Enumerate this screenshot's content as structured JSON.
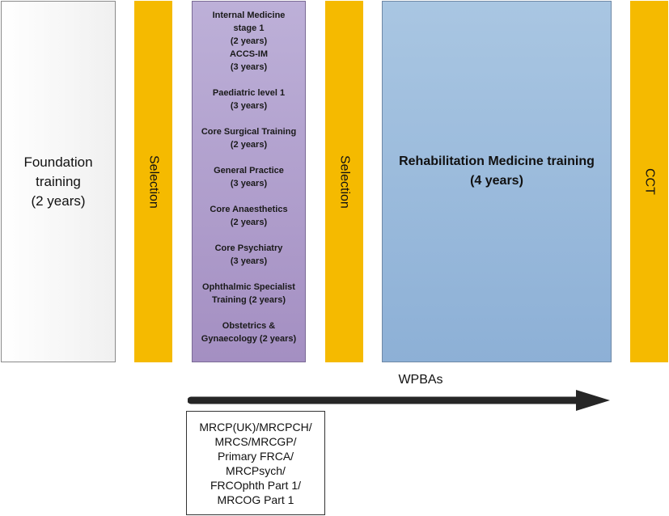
{
  "foundation": {
    "label": "Foundation\ntraining\n(2 years)"
  },
  "selection_labels": [
    "Selection",
    "Selection"
  ],
  "cct": {
    "label": "CCT"
  },
  "core_training": [
    {
      "label": "Internal Medicine\nstage 1\n(2 years)"
    },
    {
      "label": "ACCS-IM\n(3 years)"
    },
    {
      "label": "Paediatric level 1\n(3 years)"
    },
    {
      "label": "Core Surgical Training\n(2 years)"
    },
    {
      "label": "General Practice\n(3 years)"
    },
    {
      "label": "Core Anaesthetics\n(2 years)"
    },
    {
      "label": "Core Psychiatry\n(3 years)"
    },
    {
      "label": "Ophthalmic Specialist\nTraining  (2 years)"
    },
    {
      "label": "Obstetrics &\nGynaecology (2 years)"
    }
  ],
  "specialty": {
    "label": "Rehabilitation Medicine training\n(4 years)"
  },
  "assessment": {
    "label": "WPBAs"
  },
  "exams": {
    "label": "MRCP(UK)/MRCPCH/\nMRCS/MRCGP/\nPrimary FRCA/\nMRCPsych/\nFRCOphth Part 1/\nMRCOG Part 1"
  },
  "colors": {
    "selection": "#f5ba00",
    "core_box": "#b3a3d0",
    "specialty_box": "#9dbcdd",
    "arrow": "#262626"
  }
}
